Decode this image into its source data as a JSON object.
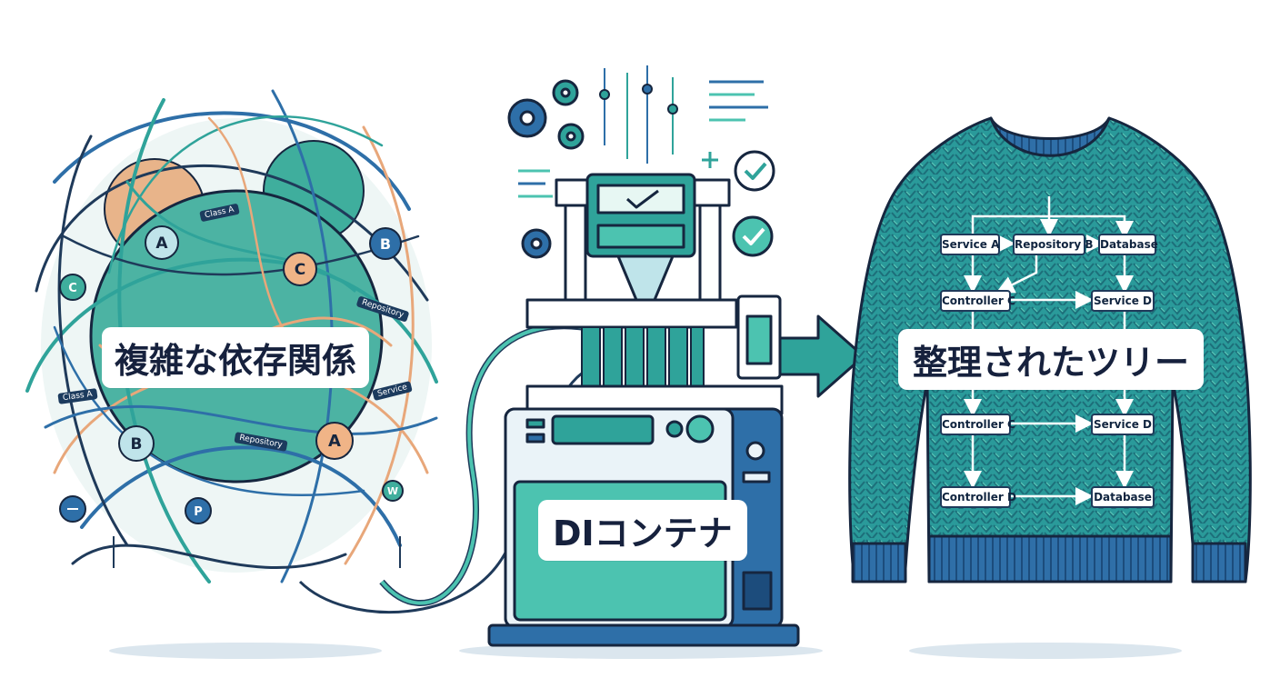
{
  "labels": {
    "tangled": "複雑な依存関係",
    "container": "DIコンテナ",
    "tree": "整理されたツリー"
  },
  "yarn_ball": {
    "nodes": [
      "A",
      "B",
      "C",
      "C",
      "B",
      "A",
      "P",
      "W"
    ],
    "tags": [
      "Class A",
      "Repository",
      "Class A",
      "Service",
      "Repository"
    ]
  },
  "sweater_tree": {
    "row1": [
      "Service A",
      "Repository B",
      "Database"
    ],
    "row2": [
      "Controller C",
      "Service D"
    ],
    "row3": [
      "Controller C",
      "Service D"
    ],
    "row4": [
      "Controller D",
      "Database"
    ]
  },
  "colors": {
    "navy": "#1f3a5a",
    "teal": "#2fa39a",
    "teal_light": "#4cc3b0",
    "blue": "#2e6fa8",
    "peach": "#e8a77a",
    "outline": "#16263f"
  },
  "icons": [
    "gear-icon",
    "check-icon",
    "arrow-right-icon",
    "code-lines-icon",
    "plus-icon"
  ]
}
